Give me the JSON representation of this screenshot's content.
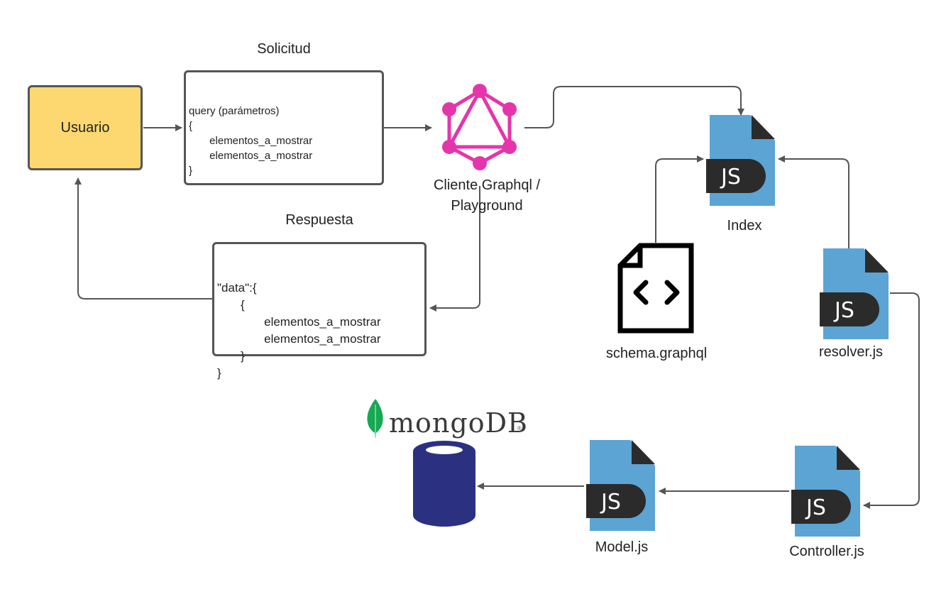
{
  "colors": {
    "arrow": "#555555",
    "usuario_fill": "#fdd870",
    "graphql_pink": "#e535ab",
    "js_file_blue": "#5ba4d4",
    "js_badge": "#2b2b2b",
    "db_navy": "#2b3180",
    "mongo_leaf": "#13aa52"
  },
  "labels": {
    "solicitud": "Solicitud",
    "respuesta": "Respuesta",
    "usuario": "Usuario",
    "graphql_client_line1": "Cliente Graphql /",
    "graphql_client_line2": "Playground",
    "index": "Index",
    "schema": "schema.graphql",
    "resolver": "resolver.js",
    "controller": "Controller.js",
    "model": "Model.js",
    "mongo_word": "mongoDB",
    "js_badge": "JS"
  },
  "request_box": {
    "lines": [
      "query (parámetros)",
      "{",
      "       elementos_a_mostrar",
      "       elementos_a_mostrar",
      "}"
    ]
  },
  "response_box": {
    "lines": [
      "\"data\":{",
      "       {",
      "              elementos_a_mostrar",
      "              elementos_a_mostrar",
      "       }",
      "}"
    ]
  },
  "icons": {
    "graphql": "graphql-logo-icon",
    "js_file": "js-file-icon",
    "code_file": "code-file-icon",
    "database": "database-icon",
    "mongo_leaf": "mongodb-leaf-icon"
  }
}
